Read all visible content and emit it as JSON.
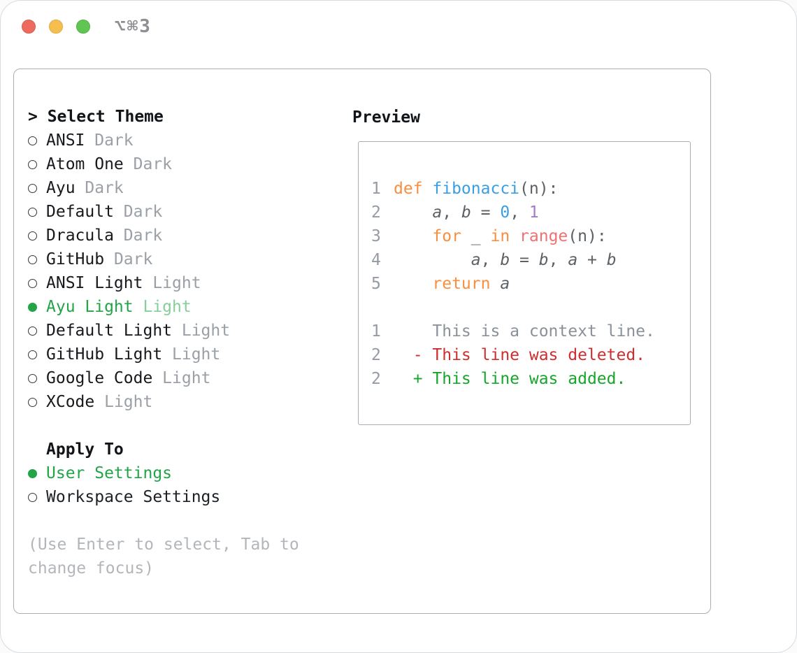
{
  "window": {
    "shortcut": "⌥⌘3"
  },
  "selector": {
    "title": "> Select Theme",
    "themes": [
      {
        "name": "ANSI",
        "variant": "Dark",
        "selected": false
      },
      {
        "name": "Atom One",
        "variant": "Dark",
        "selected": false
      },
      {
        "name": "Ayu",
        "variant": "Dark",
        "selected": false
      },
      {
        "name": "Default",
        "variant": "Dark",
        "selected": false
      },
      {
        "name": "Dracula",
        "variant": "Dark",
        "selected": false
      },
      {
        "name": "GitHub",
        "variant": "Dark",
        "selected": false
      },
      {
        "name": "ANSI Light",
        "variant": "Light",
        "selected": false
      },
      {
        "name": "Ayu Light",
        "variant": "Light",
        "selected": true
      },
      {
        "name": "Default Light",
        "variant": "Light",
        "selected": false
      },
      {
        "name": "GitHub Light",
        "variant": "Light",
        "selected": false
      },
      {
        "name": "Google Code",
        "variant": "Light",
        "selected": false
      },
      {
        "name": "XCode",
        "variant": "Light",
        "selected": false
      }
    ],
    "apply_to": {
      "title": "Apply To",
      "options": [
        {
          "label": "User Settings",
          "selected": true
        },
        {
          "label": "Workspace Settings",
          "selected": false
        }
      ]
    },
    "hint": "(Use Enter to select, Tab to change focus)"
  },
  "preview": {
    "title": "Preview",
    "code_lines": [
      {
        "num": "1",
        "tokens": [
          {
            "t": "def ",
            "c": "kw"
          },
          {
            "t": "fibonacci",
            "c": "fn"
          },
          {
            "t": "(n):",
            "c": "pl"
          }
        ]
      },
      {
        "num": "2",
        "tokens": [
          {
            "t": "    ",
            "c": "pl"
          },
          {
            "t": "a",
            "c": "var"
          },
          {
            "t": ", ",
            "c": "pl"
          },
          {
            "t": "b",
            "c": "var"
          },
          {
            "t": " = ",
            "c": "pl"
          },
          {
            "t": "0",
            "c": "numb"
          },
          {
            "t": ", ",
            "c": "pl"
          },
          {
            "t": "1",
            "c": "nump"
          }
        ]
      },
      {
        "num": "3",
        "tokens": [
          {
            "t": "    ",
            "c": "pl"
          },
          {
            "t": "for",
            "c": "kw"
          },
          {
            "t": " _ ",
            "c": "pl"
          },
          {
            "t": "in",
            "c": "kw"
          },
          {
            "t": " ",
            "c": "pl"
          },
          {
            "t": "range",
            "c": "rng"
          },
          {
            "t": "(n):",
            "c": "pl"
          }
        ]
      },
      {
        "num": "4",
        "tokens": [
          {
            "t": "        ",
            "c": "pl"
          },
          {
            "t": "a",
            "c": "var"
          },
          {
            "t": ", ",
            "c": "pl"
          },
          {
            "t": "b",
            "c": "var"
          },
          {
            "t": " = ",
            "c": "pl"
          },
          {
            "t": "b",
            "c": "var"
          },
          {
            "t": ", ",
            "c": "pl"
          },
          {
            "t": "a",
            "c": "var"
          },
          {
            "t": " + ",
            "c": "pl"
          },
          {
            "t": "b",
            "c": "var"
          }
        ]
      },
      {
        "num": "5",
        "tokens": [
          {
            "t": "    ",
            "c": "pl"
          },
          {
            "t": "return",
            "c": "kw"
          },
          {
            "t": " ",
            "c": "pl"
          },
          {
            "t": "a",
            "c": "var"
          }
        ]
      }
    ],
    "diff_lines": [
      {
        "num": "1",
        "text": "    This is a context line.",
        "type": "context"
      },
      {
        "num": "2",
        "text": "  - This line was deleted.",
        "type": "deleted"
      },
      {
        "num": "2",
        "text": "  + This line was added.",
        "type": "added"
      }
    ]
  },
  "colors": {
    "selected_green": "#22a447",
    "selected_green_light": "#86cf9b",
    "variant_gray": "#9aa0a6",
    "hint_gray": "#b2b6ba",
    "keyword_orange": "#fa8d3e",
    "function_blue": "#399ee6",
    "number_purple": "#a37acc",
    "builtin_coral": "#f07171",
    "diff_red": "#cf2e2e",
    "diff_green": "#16a62c",
    "traffic_red": "#ec6a5e",
    "traffic_yellow": "#f5bf4f",
    "traffic_green": "#61c554"
  }
}
